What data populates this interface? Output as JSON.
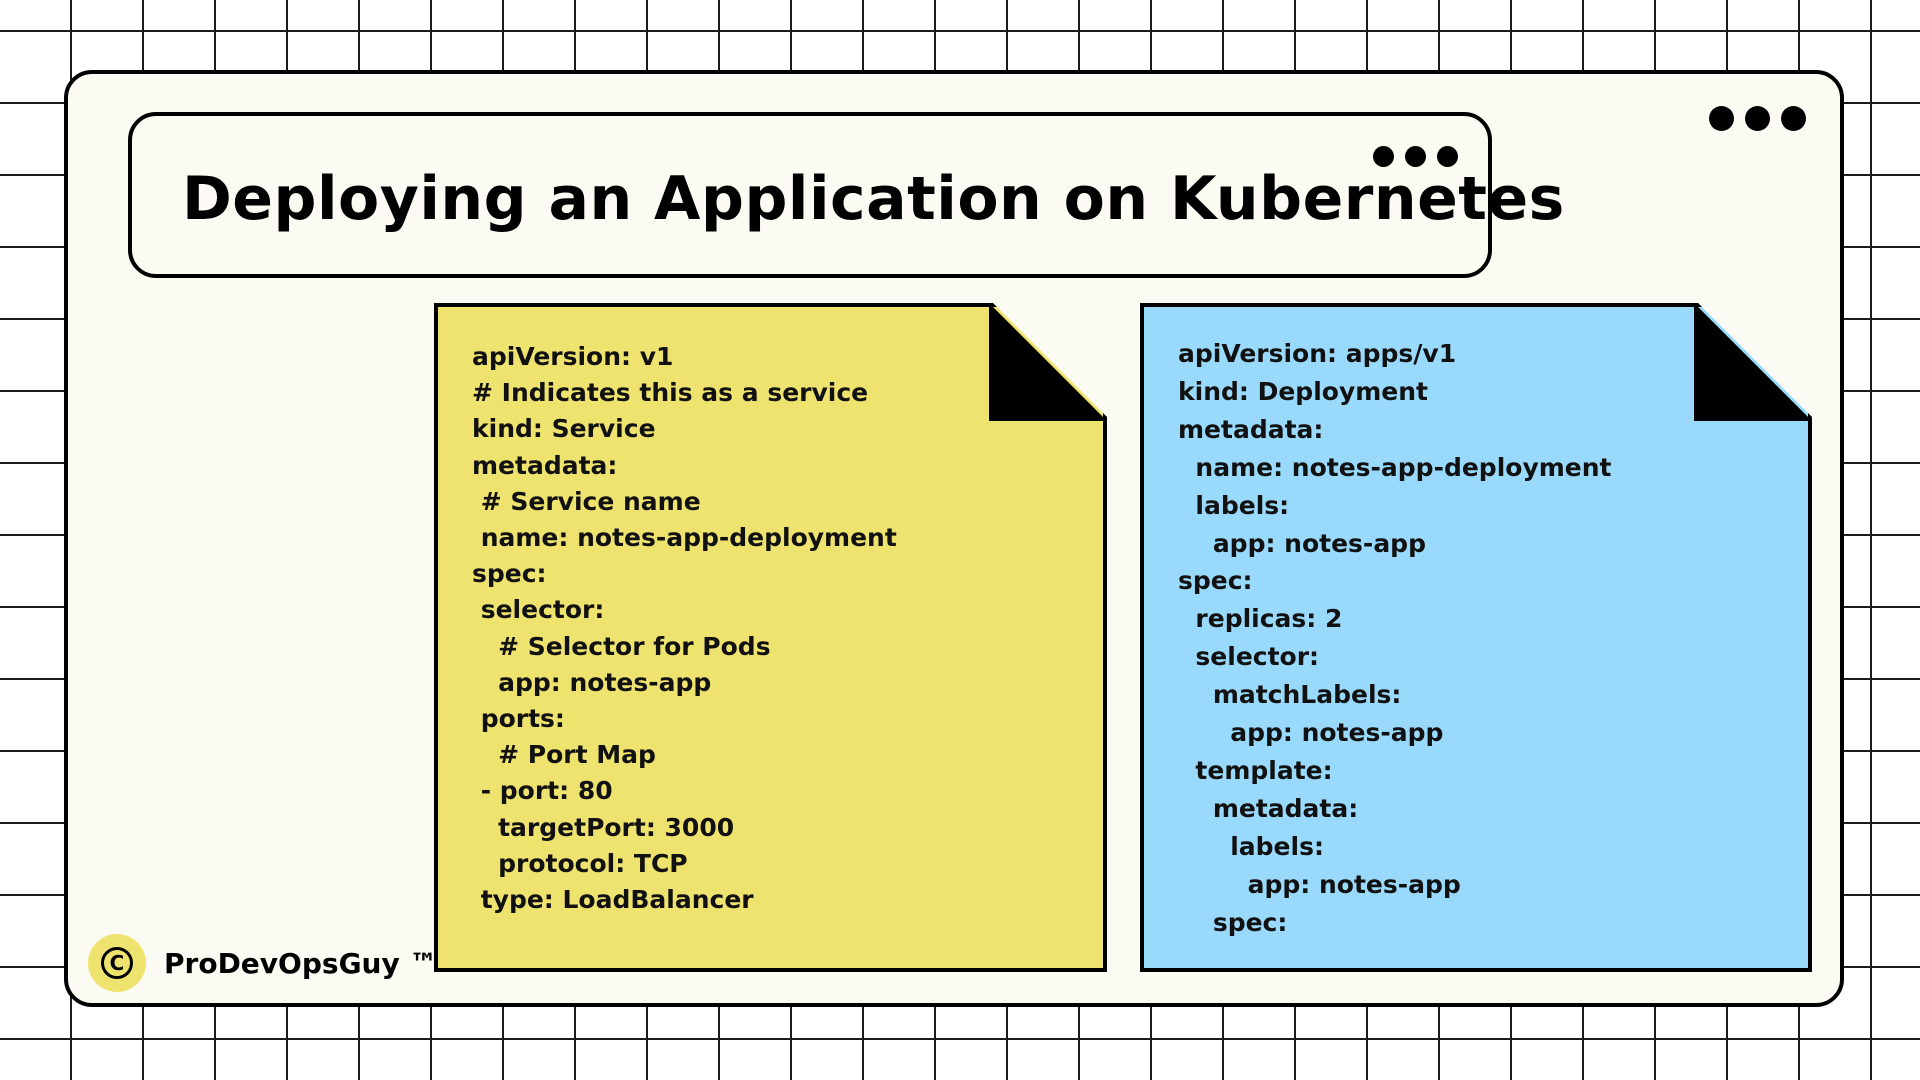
{
  "title": "Deploying an Application on Kubernetes",
  "colors": {
    "background": "#ffffff",
    "grid_lines": "#1a1a1a",
    "window": "#fcfbf3",
    "yellow_note": "#efe370",
    "blue_note": "#99d9fb",
    "outline": "#000000"
  },
  "service_yaml": {
    "lines": [
      "apiVersion: v1",
      "# Indicates this as a service",
      "kind: Service",
      "metadata:",
      " # Service name",
      " name: notes-app-deployment",
      "spec:",
      " selector:",
      "   # Selector for Pods",
      "   app: notes-app",
      " ports:",
      "   # Port Map",
      " - port: 80",
      "   targetPort: 3000",
      "   protocol: TCP",
      " type: LoadBalancer"
    ]
  },
  "deployment_yaml": {
    "lines": [
      "apiVersion: apps/v1",
      "kind: Deployment",
      "metadata:",
      "  name: notes-app-deployment",
      "  labels:",
      "    app: notes-app",
      "spec:",
      "  replicas: 2",
      "  selector:",
      "    matchLabels:",
      "      app: notes-app",
      "  template:",
      "    metadata:",
      "      labels:",
      "        app: notes-app",
      "    spec:"
    ]
  },
  "brand": {
    "icon": "copyright-icon",
    "icon_glyph": "C",
    "name": "ProDevOpsGuy ™"
  }
}
